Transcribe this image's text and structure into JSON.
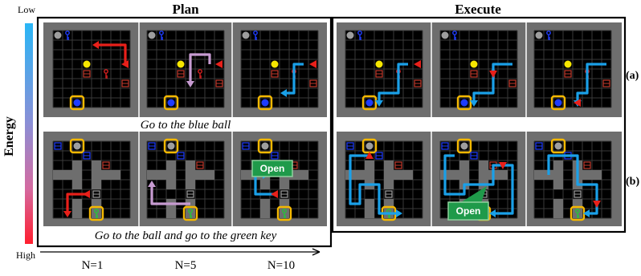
{
  "energy_axis": {
    "label": "Energy",
    "low_label": "Low",
    "high_label": "High",
    "gradient": [
      "#29b6f6",
      "#7f8fd8",
      "#d46aa0",
      "#ff1e2e"
    ]
  },
  "headers": {
    "plan": "Plan",
    "execute": "Execute"
  },
  "captions": {
    "row_a": "Go to the blue ball",
    "row_b": "Go to the ball and go to the green key"
  },
  "row_labels": {
    "a": "(a)",
    "b": "(b)"
  },
  "n_labels": [
    "N=1",
    "N=5",
    "N=10"
  ],
  "badge": "Open",
  "colors": {
    "plan_a_paths": [
      "#e8201a",
      "#c79bd1",
      "#1aa0e8"
    ],
    "plan_b_paths": [
      "#e8201a",
      "#c79bd1",
      "#1aa0e8"
    ],
    "execute_path": "#1aa0e8",
    "agent": "#e8201a",
    "highlight": "#f5b800",
    "panel_bg": "#6e6e6e",
    "grid_bg": "#000000"
  },
  "icons": [
    "agent-triangle-icon",
    "blue-ball-icon",
    "yellow-ball-icon",
    "grey-ball-icon",
    "key-icon",
    "door-icon",
    "arrow-icon"
  ]
}
